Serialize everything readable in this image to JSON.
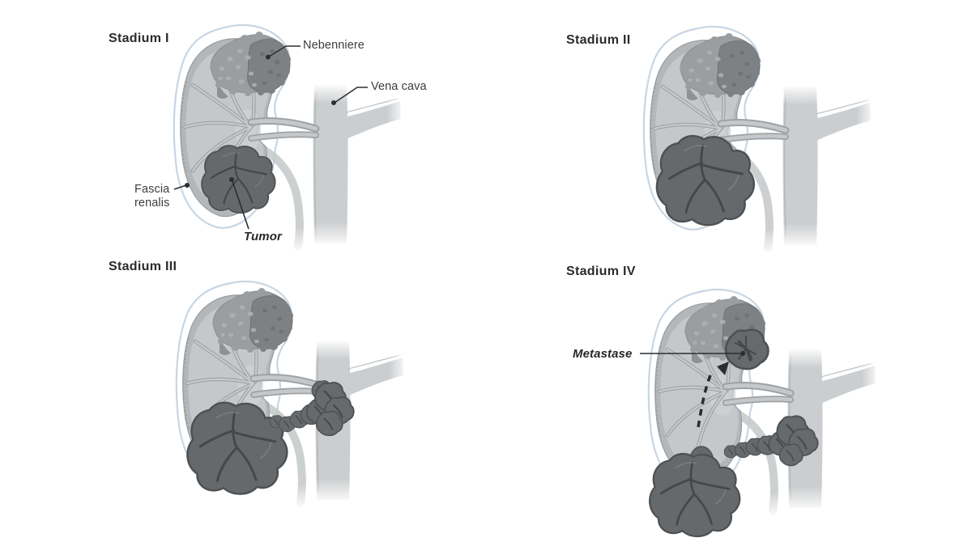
{
  "figure": {
    "background": "#ffffff",
    "panels": [
      {
        "id": "stadium-1",
        "title": "Stadium I"
      },
      {
        "id": "stadium-2",
        "title": "Stadium II"
      },
      {
        "id": "stadium-3",
        "title": "Stadium III"
      },
      {
        "id": "stadium-4",
        "title": "Stadium IV"
      }
    ],
    "annotations": {
      "nebenniere": "Nebenniere",
      "vena_cava": "Vena cava",
      "fascia_renalis": "Fascia renalis",
      "tumor": "Tumor",
      "metastase": "Metastase"
    },
    "colors": {
      "title_text": "#2b2b2b",
      "label_text": "#3b3d3e",
      "leader_line": "#2c2e30",
      "tumor_fill": "#66696b",
      "tumor_outline": "#4e5153",
      "tumor_crevice": "#45484a",
      "kidney_body": "#b4b7b9",
      "kidney_inner": "#c5c8ca",
      "adrenal_light": "#9b9ea0",
      "adrenal_dark": "#7e8183",
      "vessel_fill": "#cbced0",
      "fascia_outline": "#c8d6e3"
    }
  }
}
